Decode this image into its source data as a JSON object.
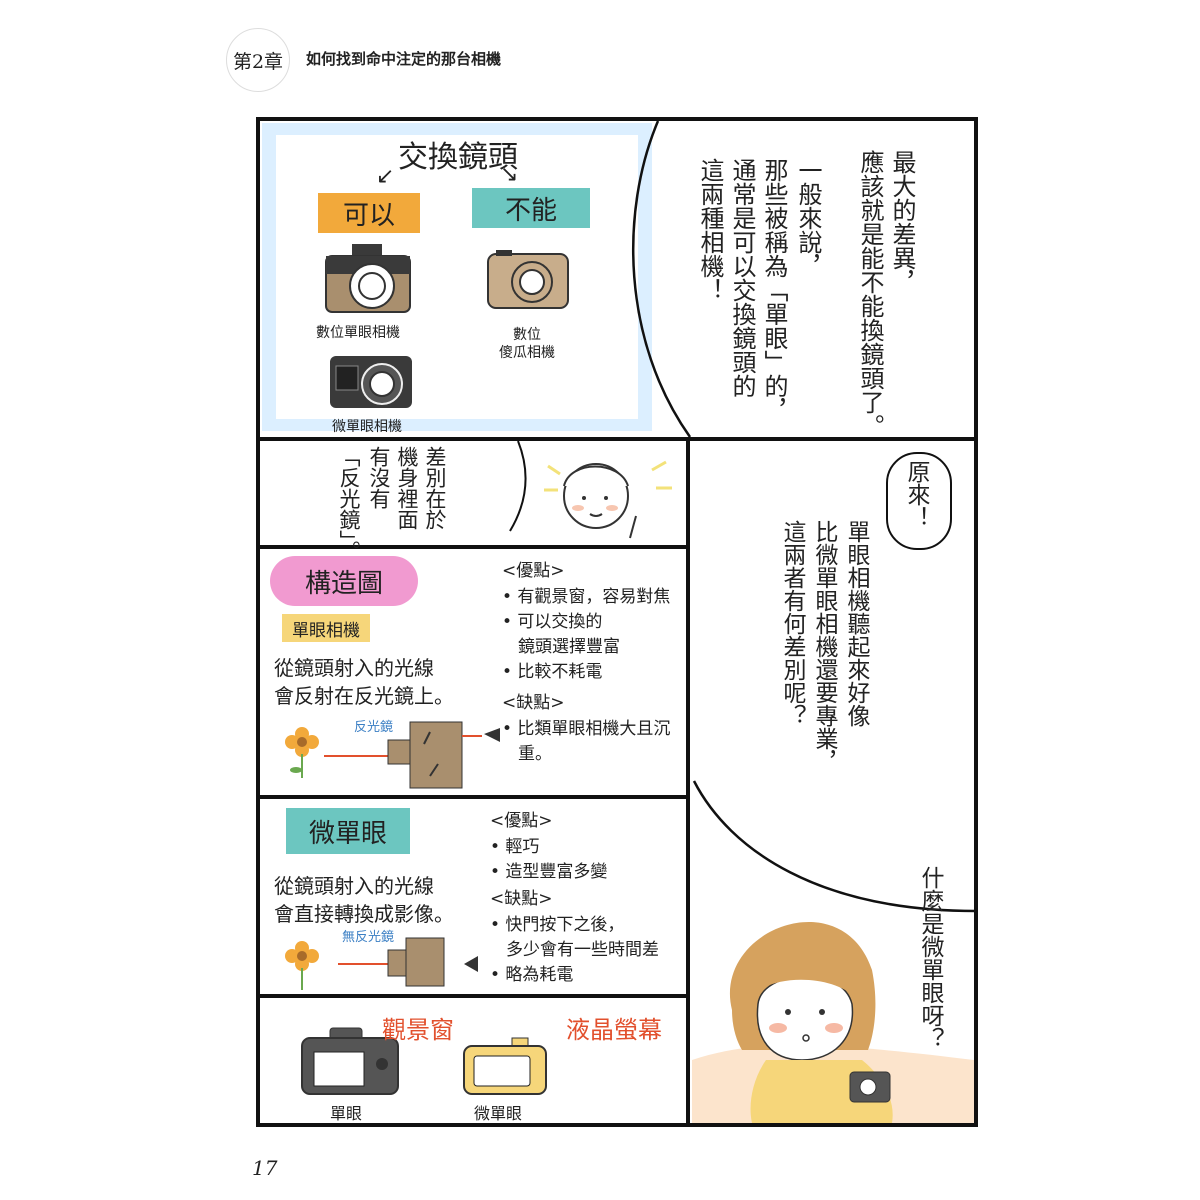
{
  "header": {
    "chapter": "第2章",
    "title": "如何找到命中注定的那台相機"
  },
  "page_number": "17",
  "panel1": {
    "heading": "交換鏡頭",
    "can_label": "可以",
    "cannot_label": "不能",
    "cam_dslr": "數位單眼相機",
    "cam_compact_1": "數位",
    "cam_compact_2": "傻瓜相機",
    "cam_mirrorless": "微單眼相機",
    "col1": "最大的差異，",
    "col2": "應該就是能不能換鏡頭了。",
    "col3": "一般來說，",
    "col4": "那些被稱為「單眼」的，",
    "col5": "通常是可以交換鏡頭的",
    "col6": "這兩種相機！"
  },
  "panel2": {
    "col1": "差別在於",
    "col2": "機身裡面",
    "col3": "有沒有",
    "col4": "「反光鏡」。"
  },
  "panel3": {
    "title": "構造圖",
    "subtitle": "單眼相機",
    "desc1": "從鏡頭射入的光線",
    "desc2": "會反射在反光鏡上。",
    "mirror_label": "反光鏡",
    "pros_heading": "<優點>",
    "pro1": "• 有觀景窗，容易對焦",
    "pro2": "• 可以交換的",
    "pro2b": "鏡頭選擇豐富",
    "pro3": "• 比較不耗電",
    "cons_heading": "<缺點>",
    "con1": "• 比類單眼相機大且沉",
    "con1b": "重。"
  },
  "panel4": {
    "title": "微單眼",
    "desc1": "從鏡頭射入的光線",
    "desc2": "會直接轉換成影像。",
    "mirror_label": "無反光鏡",
    "pros_heading": "<優點>",
    "pro1": "• 輕巧",
    "pro2": "• 造型豐富多變",
    "cons_heading": "<缺點>",
    "con1": "• 快門按下之後，",
    "con1b": "多少會有一些時間差",
    "con2": "• 略為耗電"
  },
  "panel5": {
    "viewfinder": "觀景窗",
    "lcd": "液晶螢幕",
    "dslr": "單眼",
    "mirrorless": "微單眼"
  },
  "panel6": {
    "bubble_small": "原來！",
    "col1": "單眼相機聽起來好像",
    "col2": "比微單眼相機還要專業，",
    "col3": "這兩者有何差別呢？",
    "question": "什麼是微單眼呀？"
  },
  "colors": {
    "orange": "#f2a93b",
    "teal": "#6cc6c0",
    "pink": "#f19ad0",
    "brown": "#a98f6e",
    "dark": "#3a3a3a",
    "red": "#e2502d"
  }
}
